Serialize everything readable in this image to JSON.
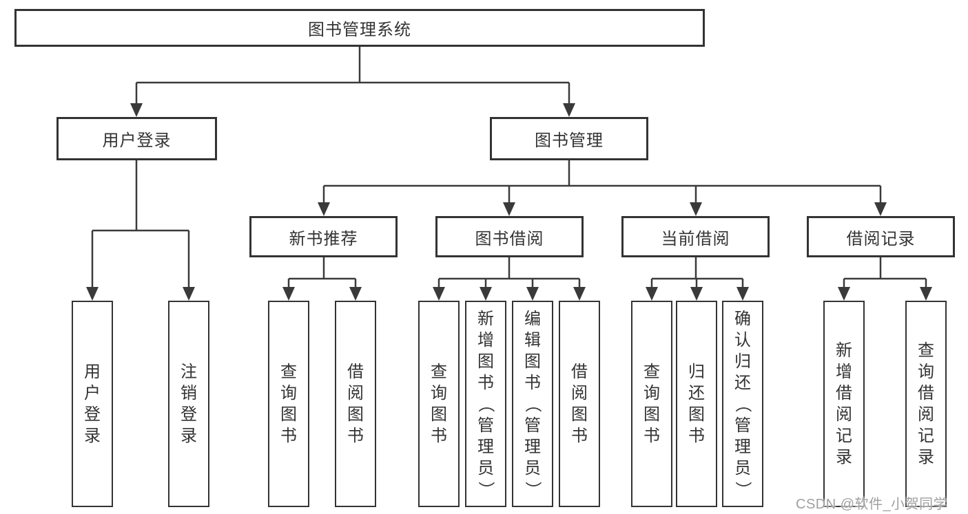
{
  "diagram": {
    "root": {
      "label": "图书管理系统"
    },
    "branches": [
      {
        "label": "用户登录",
        "children": [
          {
            "label": "用户登录"
          },
          {
            "label": "注销登录"
          }
        ]
      },
      {
        "label": "图书管理",
        "children": [
          {
            "label": "新书推荐",
            "children": [
              {
                "label": "查询图书"
              },
              {
                "label": "借阅图书"
              }
            ]
          },
          {
            "label": "图书借阅",
            "children": [
              {
                "label": "查询图书"
              },
              {
                "label": "新增图书（管理员）"
              },
              {
                "label": "编辑图书（管理员）"
              },
              {
                "label": "借阅图书"
              }
            ]
          },
          {
            "label": "当前借阅",
            "children": [
              {
                "label": "查询图书"
              },
              {
                "label": "归还图书"
              },
              {
                "label": "确认归还（管理员）"
              }
            ]
          },
          {
            "label": "借阅记录",
            "children": [
              {
                "label": "新增借阅记录"
              },
              {
                "label": "查询借阅记录"
              }
            ]
          }
        ]
      }
    ],
    "watermark": "CSDN @软件_小贺同学",
    "colors": {
      "line": "#3a3a3a",
      "border": "#333333",
      "text": "#333333",
      "watermark": "#a0a0a0",
      "background": "#ffffff"
    }
  }
}
